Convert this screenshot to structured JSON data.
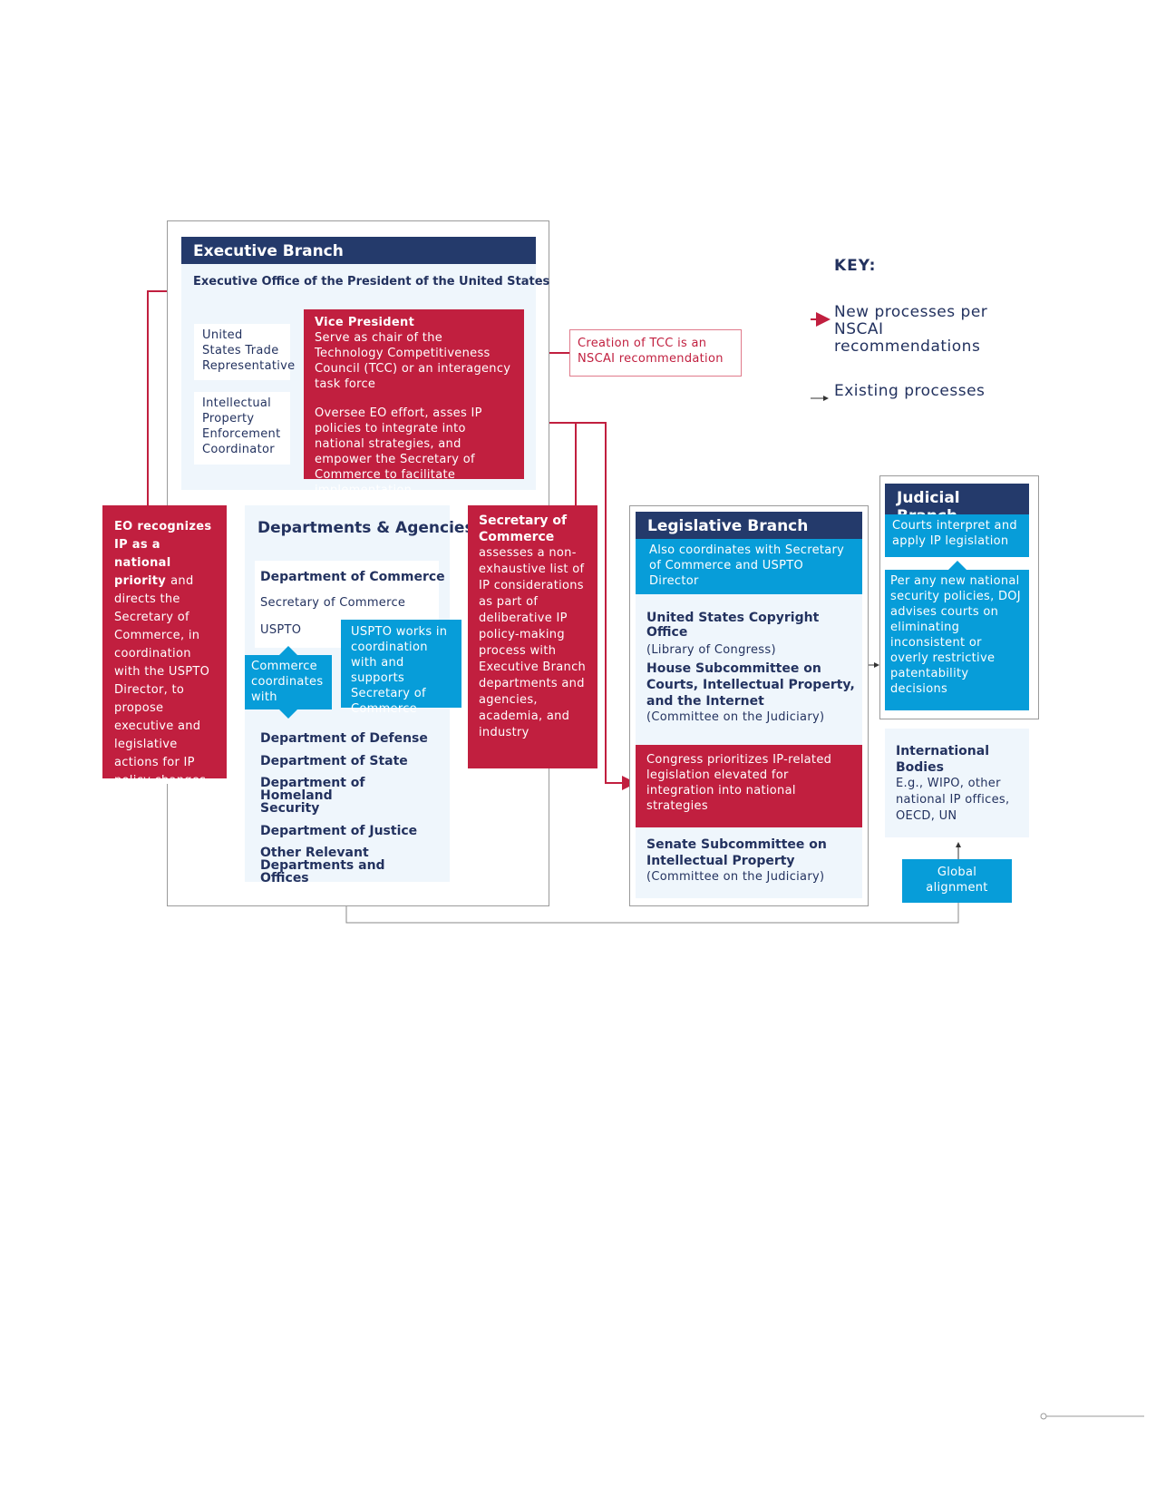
{
  "key": {
    "title": "KEY:",
    "new_label": "New processes per NSCAI recommendations",
    "existing_label": "Existing processes",
    "colors": {
      "new": "#c11f3f",
      "existing": "#23325f"
    }
  },
  "executive": {
    "title": "Executive Branch",
    "eop": "Executive Office of the President of the United States",
    "ustr": "United States Trade Representative",
    "ipec": "Intellectual Property Enforcement Coordinator",
    "vp_title": "Vice President",
    "vp_text1": "Serve as chair of the Technology Competitiveness Council (TCC) or an interagency task force",
    "vp_text2": "Oversee EO effort, asses IP policies to integrate into national strategies, and empower the Secretary of Commerce to facilitate implementation"
  },
  "tcc_note": "Creation of TCC is an NSCAI recommendation",
  "eo_box": {
    "lead": "EO recognizes IP as a national priority",
    "rest": "and directs the Secretary of Commerce, in coordination with the USPTO Director, to propose executive and legislative actions for IP policy changes"
  },
  "departments": {
    "title": "Departments & Agencies",
    "commerce": "Department of Commerce",
    "secretary": "Secretary of Commerce",
    "uspto": "USPTO",
    "coordinates": "Commerce coordinates with",
    "uspto_works": "USPTO works in coordination with and supports Secretary of Commerce",
    "list": [
      "Department of Defense",
      "Department of State",
      "Department of Homeland Security",
      "Department of Justice",
      "Other Relevant Departments and Offices"
    ]
  },
  "secretary_box": {
    "title": "Secretary of Commerce",
    "text": "assesses a non-exhaustive list of IP considerations as part of deliberative IP policy-making process with Executive Branch departments and agencies, academia, and industry"
  },
  "legislative": {
    "title": "Legislative Branch",
    "note": "Also coordinates with Secretary of Commerce and USPTO Director",
    "copyright_title": "United States Copyright Office",
    "copyright_sub": "(Library of Congress)",
    "house_title": "House Subcommittee on Courts, Intellectual Property, and the Internet",
    "house_sub": "(Committee on the Judiciary)",
    "congress": "Congress prioritizes IP-related legislation elevated for integration into national strategies",
    "senate_title": "Senate Subcommittee on Intellectual Property",
    "senate_sub": "(Committee on the Judiciary)"
  },
  "judicial": {
    "title": "Judicial Branch",
    "courts": "Courts interpret and apply IP legislation",
    "doj": "Per any new national security policies, DOJ advises courts on eliminating inconsistent or overly restrictive patentability decisions"
  },
  "international": {
    "title": "International Bodies",
    "text": "E.g., WIPO, other national IP offices, OECD, UN"
  },
  "global": "Global alignment"
}
